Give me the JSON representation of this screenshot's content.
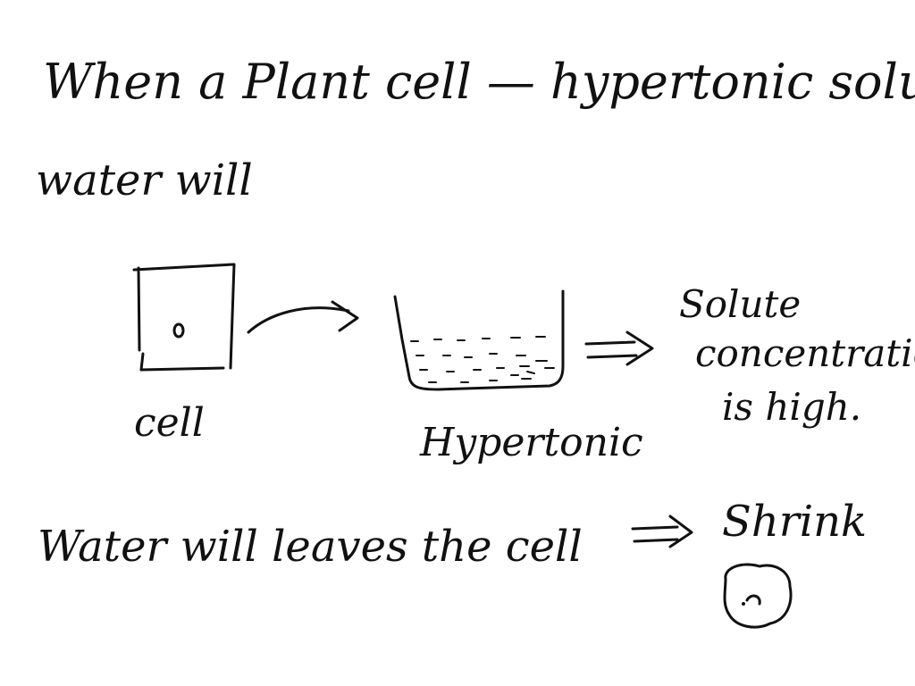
{
  "notes": {
    "line1": "When a Plant cell — hypertonic solution.",
    "line2": "water will",
    "cell_label": "cell",
    "hypertonic_label": "Hypertonic",
    "solute_line1": "Solute",
    "solute_line2": "concentration",
    "solute_line3": "is high.",
    "line_bottom": "Water will leaves the cell",
    "shrink": "Shrink"
  }
}
